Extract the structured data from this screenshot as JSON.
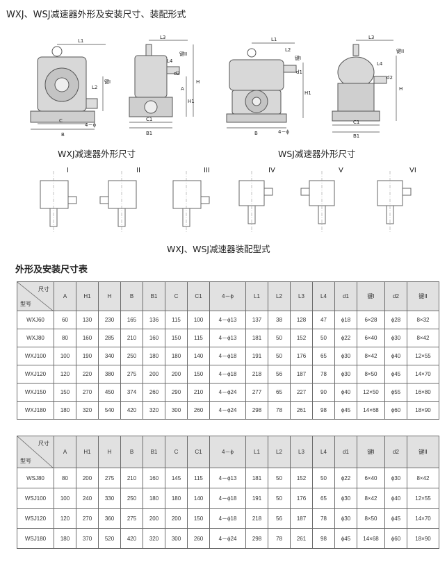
{
  "title": "WXJ、WSJ减速器外形及安装尺寸、装配形式",
  "captions": {
    "wxj_outline": "WXJ减速器外形尺寸",
    "wsj_outline": "WSJ减速器外形尺寸",
    "assembly": "WXJ、WSJ减速器装配型式"
  },
  "drawing_labels": {
    "L1": "L1",
    "L2": "L2",
    "L3": "L3",
    "L4": "L4",
    "H": "H",
    "H1": "H1",
    "A": "A",
    "B": "B",
    "B1": "B1",
    "C": "C",
    "C1": "C1",
    "d1": "d1",
    "d2": "d2",
    "keyI": "键I",
    "keyII": "键II",
    "holes": "4－ϕ"
  },
  "assembly_types": [
    "I",
    "II",
    "III",
    "IV",
    "V",
    "VI"
  ],
  "section_title": "外形及安装尺寸表",
  "table_header": {
    "corner_top": "尺寸",
    "corner_bottom": "型号",
    "columns": [
      "A",
      "H1",
      "H",
      "B",
      "B1",
      "C",
      "C1",
      "4－ϕ",
      "L1",
      "L2",
      "L3",
      "L4",
      "d1",
      "键I",
      "d2",
      "键II"
    ]
  },
  "wxj_rows": [
    [
      "WXJ60",
      "60",
      "130",
      "230",
      "165",
      "136",
      "115",
      "100",
      "4－ϕ13",
      "137",
      "38",
      "128",
      "47",
      "ϕ18",
      "6×28",
      "ϕ28",
      "8×32"
    ],
    [
      "WXJ80",
      "80",
      "160",
      "285",
      "210",
      "160",
      "150",
      "115",
      "4－ϕ13",
      "181",
      "50",
      "152",
      "50",
      "ϕ22",
      "6×40",
      "ϕ30",
      "8×42"
    ],
    [
      "WXJ100",
      "100",
      "190",
      "340",
      "250",
      "180",
      "180",
      "140",
      "4－ϕ18",
      "191",
      "50",
      "176",
      "65",
      "ϕ30",
      "8×42",
      "ϕ40",
      "12×55"
    ],
    [
      "WXJ120",
      "120",
      "220",
      "380",
      "275",
      "200",
      "200",
      "150",
      "4－ϕ18",
      "218",
      "56",
      "187",
      "78",
      "ϕ30",
      "8×50",
      "ϕ45",
      "14×70"
    ],
    [
      "WXJ150",
      "150",
      "270",
      "450",
      "374",
      "260",
      "290",
      "210",
      "4－ϕ24",
      "277",
      "65",
      "227",
      "90",
      "ϕ40",
      "12×50",
      "ϕ55",
      "16×80"
    ],
    [
      "WXJ180",
      "180",
      "320",
      "540",
      "420",
      "320",
      "300",
      "260",
      "4－ϕ24",
      "298",
      "78",
      "261",
      "98",
      "ϕ45",
      "14×68",
      "ϕ60",
      "18×90"
    ]
  ],
  "wsj_rows": [
    [
      "WSJ80",
      "80",
      "200",
      "275",
      "210",
      "160",
      "145",
      "115",
      "4－ϕ13",
      "181",
      "50",
      "152",
      "50",
      "ϕ22",
      "6×40",
      "ϕ30",
      "8×42"
    ],
    [
      "WSJ100",
      "100",
      "240",
      "330",
      "250",
      "180",
      "180",
      "140",
      "4－ϕ18",
      "191",
      "50",
      "176",
      "65",
      "ϕ30",
      "8×42",
      "ϕ40",
      "12×55"
    ],
    [
      "WSJ120",
      "120",
      "270",
      "360",
      "275",
      "200",
      "200",
      "150",
      "4－ϕ18",
      "218",
      "56",
      "187",
      "78",
      "ϕ30",
      "8×50",
      "ϕ45",
      "14×70"
    ],
    [
      "WSJ180",
      "180",
      "370",
      "520",
      "420",
      "320",
      "300",
      "260",
      "4－ϕ24",
      "298",
      "78",
      "261",
      "98",
      "ϕ45",
      "14×68",
      "ϕ60",
      "18×90"
    ]
  ],
  "colors": {
    "header_bg": "#e1e1e1",
    "border": "#6b6b6b",
    "line_art": "#555555"
  }
}
